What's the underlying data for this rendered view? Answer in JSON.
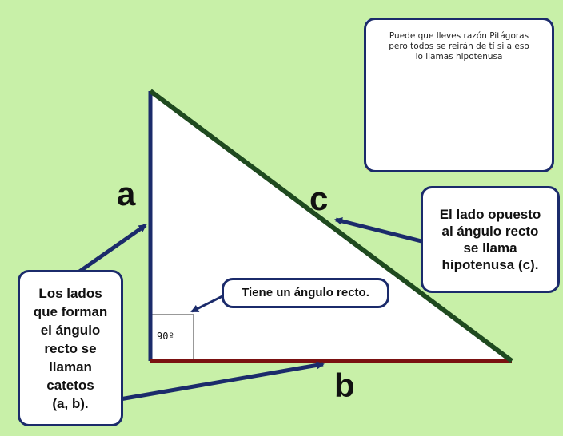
{
  "colors": {
    "background": "#c8f0a8",
    "hypotenuse": "#1f4a1f",
    "base": "#7a1111",
    "vertical_side": "#1b2b6b",
    "arrow": "#1b2b6b",
    "callout_border": "#1b2b6b"
  },
  "triangle": {
    "side_a_label": "a",
    "side_b_label": "b",
    "side_c_label": "c",
    "right_angle_label": "90º"
  },
  "callouts": {
    "right_angle": "Tiene un ángulo recto.",
    "hypotenuse": "El lado opuesto\nal ángulo recto\nse llama\nhipotenusa (c).",
    "legs": "Los lados\nque forman\nel ángulo\nrecto se\nllaman\ncatetos\n(a, b)."
  },
  "cartoon": {
    "caption": "Puede que lleves razón Pitágoras\npero todos se reirán de tí si a eso\nlo llamas hipotenusa"
  }
}
